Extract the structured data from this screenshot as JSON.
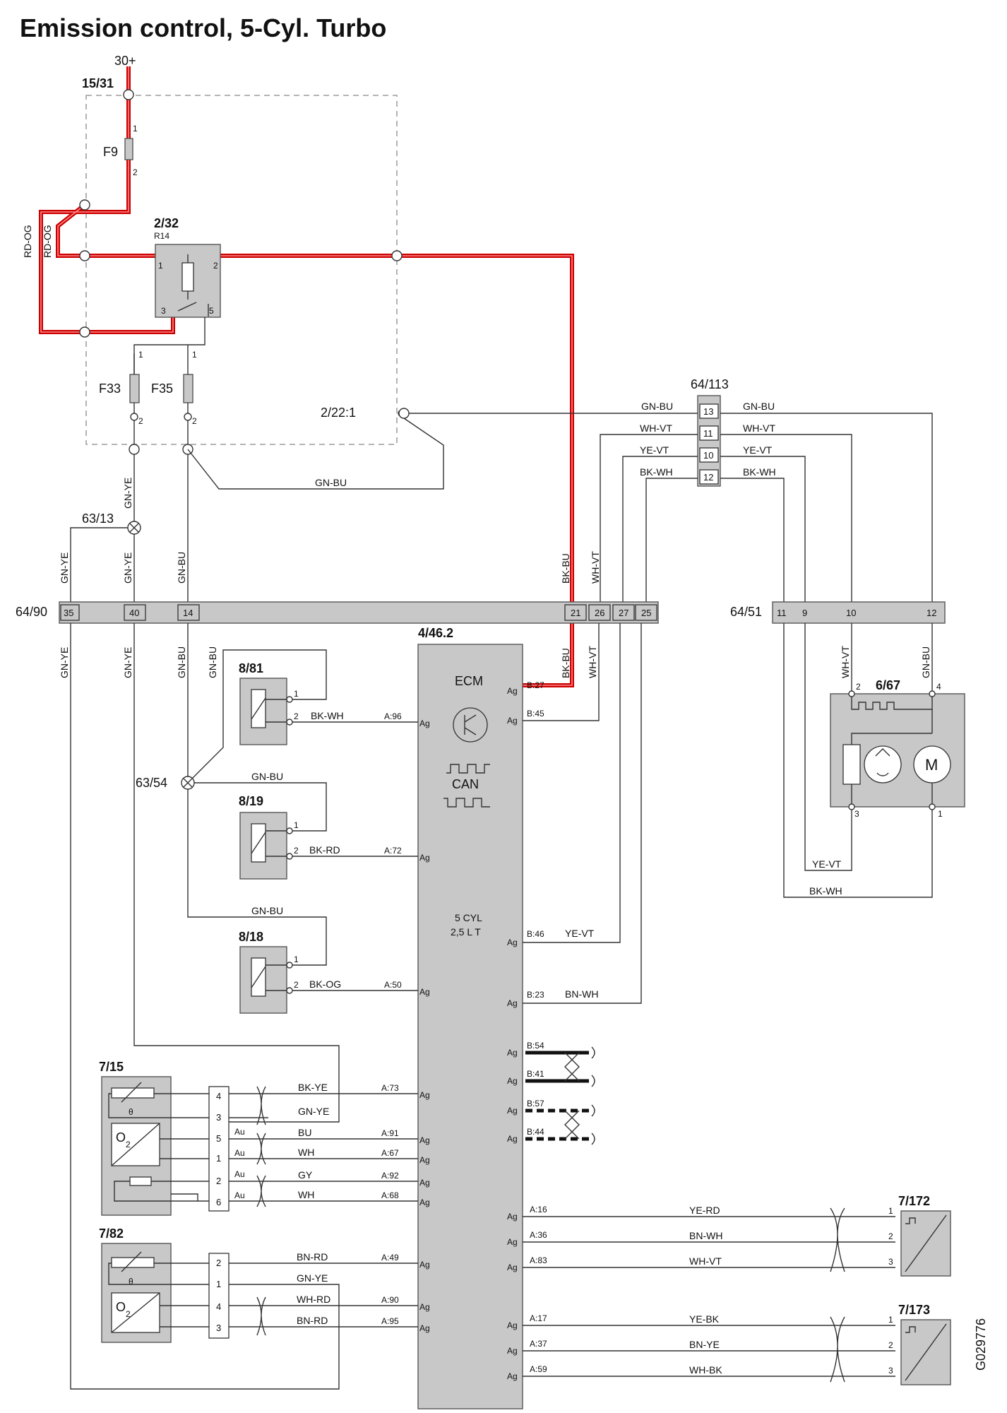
{
  "title": "Emission control, 5-Cyl. Turbo",
  "figure_id": "G029776",
  "supply": {
    "label": "30+",
    "fuse_box": "15/31",
    "relay_id": "2/32",
    "relay_name": "R14",
    "junction": "2/22:1"
  },
  "fuses": [
    "F9",
    "F33",
    "F35"
  ],
  "connectors": {
    "c64_113": {
      "id": "64/113",
      "pins": [
        "13",
        "11",
        "10",
        "12"
      ]
    },
    "c64_90": {
      "id": "64/90",
      "pins": [
        "35",
        "40",
        "14",
        "21",
        "26",
        "27",
        "25"
      ]
    },
    "c64_51": {
      "id": "64/51",
      "pins": [
        "11",
        "9",
        "10",
        "12"
      ]
    },
    "splice_63_13": "63/13",
    "splice_63_54": "63/54"
  },
  "ecm": {
    "id": "4/46.2",
    "name": "ECM",
    "can": "CAN",
    "engine_line1": "5 CYL",
    "engine_line2": "2,5 L T",
    "ag": "Ag"
  },
  "components": {
    "c8_81": "8/81",
    "c8_19": "8/19",
    "c8_18": "8/18",
    "c6_67": "6/67",
    "c7_15": "7/15",
    "c7_82": "7/82",
    "c7_172": "7/172",
    "c7_173": "7/173"
  },
  "wires": {
    "rd_og": "RD-OG",
    "gn_bu": "GN-BU",
    "gn_ye": "GN-YE",
    "bk_bu": "BK-BU",
    "wh_vt": "WH-VT",
    "ye_vt": "YE-VT",
    "bk_wh": "BK-WH",
    "bk_rd": "BK-RD",
    "bk_og": "BK-OG",
    "bn_wh": "BN-WH",
    "bk_ye": "BK-YE",
    "bu": "BU",
    "wh": "WH",
    "gy": "GY",
    "bn_rd": "BN-RD",
    "wh_rd": "WH-RD",
    "ye_rd": "YE-RD",
    "ye_bk": "YE-BK",
    "bn_ye": "BN-YE",
    "wh_bk": "WH-BK"
  },
  "ecm_pins": {
    "b27": "B:27",
    "b45": "B:45",
    "a96": "A:96",
    "a72": "A:72",
    "a50": "A:50",
    "b46": "B:46",
    "b23": "B:23",
    "b54": "B:54",
    "b41": "B:41",
    "b57": "B:57",
    "b44": "B:44",
    "a73": "A:73",
    "a91": "A:91",
    "a67": "A:67",
    "a92": "A:92",
    "a68": "A:68",
    "a49": "A:49",
    "a90": "A:90",
    "a95": "A:95",
    "a16": "A:16",
    "a36": "A:36",
    "a83": "A:83",
    "a17": "A:17",
    "a37": "A:37",
    "a59": "A:59"
  },
  "pins": {
    "p1": "1",
    "p2": "2",
    "p3": "3",
    "p4": "4",
    "p5": "5",
    "p6": "6",
    "au": "Au"
  }
}
